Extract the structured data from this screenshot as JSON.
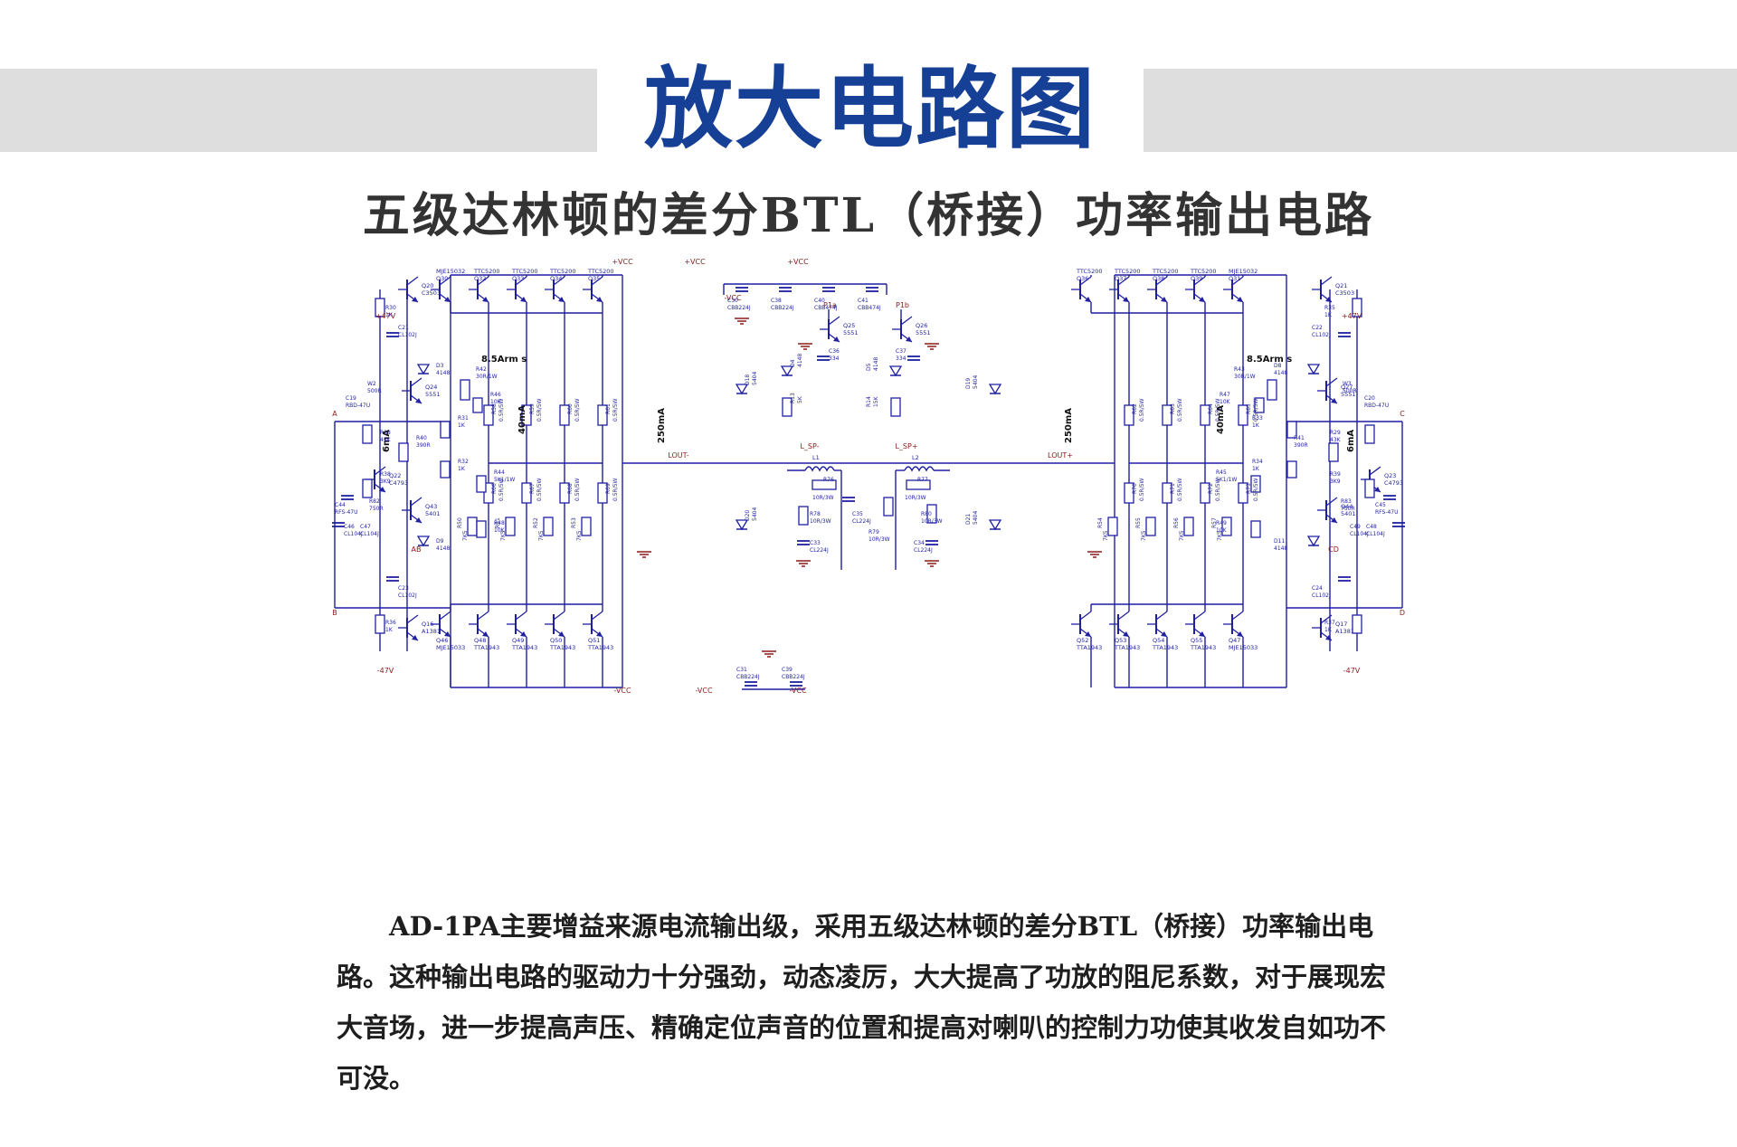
{
  "header": {
    "title": "放大电路图",
    "subtitle": "五级达林顿的差分BTL（桥接）功率输出电路"
  },
  "schematic": {
    "supply_labels": [
      "+VCC",
      "+VCC",
      "+VCC",
      "-VCC",
      "-VCC",
      "-VCC",
      "-VCC",
      "+47V",
      "+47V",
      "-47V",
      "-47V"
    ],
    "left_upper_transistors": [
      {
        "ref": "Q30",
        "part": "MJE15032"
      },
      {
        "ref": "Q32",
        "part": "TTC5200"
      },
      {
        "ref": "Q33",
        "part": "TTC5200"
      },
      {
        "ref": "Q34",
        "part": "TTC5200"
      },
      {
        "ref": "Q35",
        "part": "TTC5200"
      }
    ],
    "right_upper_transistors": [
      {
        "ref": "Q36",
        "part": "TTC5200"
      },
      {
        "ref": "Q37",
        "part": "TTC5200"
      },
      {
        "ref": "Q38",
        "part": "TTC5200"
      },
      {
        "ref": "Q39",
        "part": "TTC5200"
      },
      {
        "ref": "Q31",
        "part": "MJE15032"
      }
    ],
    "left_lower_transistors": [
      {
        "ref": "Q46",
        "part": "MJE15033"
      },
      {
        "ref": "Q48",
        "part": "TTA1943"
      },
      {
        "ref": "Q49",
        "part": "TTA1943"
      },
      {
        "ref": "Q50",
        "part": "TTA1943"
      },
      {
        "ref": "Q51",
        "part": "TTA1943"
      }
    ],
    "right_lower_transistors": [
      {
        "ref": "Q52",
        "part": "TTA1943"
      },
      {
        "ref": "Q53",
        "part": "TTA1943"
      },
      {
        "ref": "Q54",
        "part": "TTA1943"
      },
      {
        "ref": "Q55",
        "part": "TTA1943"
      },
      {
        "ref": "Q47",
        "part": "MJE15033"
      }
    ],
    "drivers": [
      {
        "ref": "Q20",
        "part": "C3503"
      },
      {
        "ref": "Q21",
        "part": "C3503"
      },
      {
        "ref": "Q16",
        "part": "A1381"
      },
      {
        "ref": "Q17",
        "part": "A1381"
      },
      {
        "ref": "Q24",
        "part": "5551"
      },
      {
        "ref": "Q27",
        "part": "5551"
      },
      {
        "ref": "Q43",
        "part": "5401"
      },
      {
        "ref": "Q44",
        "part": "5401"
      },
      {
        "ref": "Q22",
        "part": "C4793"
      },
      {
        "ref": "Q23",
        "part": "C4793"
      },
      {
        "ref": "Q25",
        "part": "5551"
      },
      {
        "ref": "Q26",
        "part": "5551"
      }
    ],
    "terminals": [
      "A",
      "B",
      "AB",
      "C",
      "D",
      "CD",
      "P1a",
      "P1b"
    ],
    "net_labels": [
      "LOUT-",
      "LOUT+",
      "L_SP-",
      "L_SP+"
    ],
    "currents": [
      "8.5Arm s",
      "8.5Arm s",
      "40mA",
      "40mA",
      "250mA",
      "250mA",
      "6mA",
      "6mA"
    ],
    "caps_top": [
      {
        "ref": "C30",
        "value": "CBB224J"
      },
      {
        "ref": "C38",
        "value": "CBB224J"
      },
      {
        "ref": "C40",
        "value": "CBB474J"
      },
      {
        "ref": "C41",
        "value": "CBB474J"
      }
    ],
    "caps_bottom": [
      {
        "ref": "C31",
        "value": "CBB224J"
      },
      {
        "ref": "C39",
        "value": "CBB224J"
      }
    ],
    "center_parts": [
      {
        "ref": "L1",
        "value": ""
      },
      {
        "ref": "L2",
        "value": ""
      },
      {
        "ref": "R76",
        "value": "10R/3W"
      },
      {
        "ref": "R77",
        "value": "10R/3W"
      },
      {
        "ref": "R78",
        "value": "10R/3W"
      },
      {
        "ref": "R79",
        "value": "10R/3W"
      },
      {
        "ref": "R80",
        "value": "10R/3W"
      },
      {
        "ref": "C33",
        "value": "CL224J"
      },
      {
        "ref": "C34",
        "value": "CL224J"
      },
      {
        "ref": "C35",
        "value": "CL224J"
      },
      {
        "ref": "C36",
        "value": "334"
      },
      {
        "ref": "C37",
        "value": "334"
      }
    ],
    "emitter_resistors_upper": [
      {
        "ref": "R58",
        "value": "0.5R/5W"
      },
      {
        "ref": "R59",
        "value": "0.5R/5W"
      },
      {
        "ref": "R60",
        "value": "0.5R/5W"
      },
      {
        "ref": "R61",
        "value": "0.5R/5W"
      },
      {
        "ref": "R62",
        "value": "0.5R/5W"
      },
      {
        "ref": "R63",
        "value": "0.5R/5W"
      },
      {
        "ref": "R64",
        "value": "0.5R/5W"
      },
      {
        "ref": "R65",
        "value": "0.5R/5W"
      }
    ],
    "emitter_resistors_lower": [
      {
        "ref": "R66",
        "value": "0.5R/5W"
      },
      {
        "ref": "R67",
        "value": "0.5R/5W"
      },
      {
        "ref": "R68",
        "value": "0.5R/5W"
      },
      {
        "ref": "R69",
        "value": "0.5R/5W"
      },
      {
        "ref": "R70",
        "value": "0.5R/5W"
      },
      {
        "ref": "R71",
        "value": "0.5R/5W"
      },
      {
        "ref": "R72",
        "value": "0.5R/5W"
      },
      {
        "ref": "R73",
        "value": "0.5R/5W"
      }
    ],
    "base_resistors": [
      {
        "ref": "R50",
        "value": "7K5"
      },
      {
        "ref": "R51",
        "value": "7K5"
      },
      {
        "ref": "R52",
        "value": "7K5"
      },
      {
        "ref": "R53",
        "value": "7K5"
      },
      {
        "ref": "R54",
        "value": "7K5"
      },
      {
        "ref": "R55",
        "value": "7K5"
      },
      {
        "ref": "R56",
        "value": "7K5"
      },
      {
        "ref": "R57",
        "value": "7K5"
      }
    ],
    "left_bias_parts": [
      {
        "ref": "R30",
        "value": "1K"
      },
      {
        "ref": "R36",
        "value": "1K"
      },
      {
        "ref": "C21",
        "value": "CL102J"
      },
      {
        "ref": "C23",
        "value": "CL102J"
      },
      {
        "ref": "D3",
        "value": "4148"
      },
      {
        "ref": "D9",
        "value": "4148"
      },
      {
        "ref": "C19",
        "value": "RBD-47U"
      },
      {
        "ref": "W2",
        "value": "500R"
      },
      {
        "ref": "R28",
        "value": "43K"
      },
      {
        "ref": "R38",
        "value": "3K9"
      },
      {
        "ref": "R82",
        "value": "750R"
      },
      {
        "ref": "R40",
        "value": "390R"
      },
      {
        "ref": "C44",
        "value": "RFS-47U"
      },
      {
        "ref": "C46",
        "value": "CL104J"
      },
      {
        "ref": "C47",
        "value": "CL104J"
      },
      {
        "ref": "R31",
        "value": "1K"
      },
      {
        "ref": "R32",
        "value": "1K"
      },
      {
        "ref": "R42",
        "value": "30R/1W"
      },
      {
        "ref": "R46",
        "value": "10K"
      },
      {
        "ref": "R44",
        "value": "5K1/1W"
      },
      {
        "ref": "R48",
        "value": "10K"
      }
    ],
    "right_bias_parts": [
      {
        "ref": "R35",
        "value": "1K"
      },
      {
        "ref": "R37",
        "value": "1K"
      },
      {
        "ref": "C22",
        "value": "CL102J"
      },
      {
        "ref": "C24",
        "value": "CL102J"
      },
      {
        "ref": "D8",
        "value": "4148"
      },
      {
        "ref": "D11",
        "value": "4148"
      },
      {
        "ref": "C20",
        "value": "RBD-47U"
      },
      {
        "ref": "W3",
        "value": "500R"
      },
      {
        "ref": "R29",
        "value": "43K"
      },
      {
        "ref": "R39",
        "value": "3K9"
      },
      {
        "ref": "R83",
        "value": "750R"
      },
      {
        "ref": "R41",
        "value": "390R"
      },
      {
        "ref": "C45",
        "value": "RFS-47U"
      },
      {
        "ref": "C48",
        "value": "CL104J"
      },
      {
        "ref": "C49",
        "value": "CL104J"
      },
      {
        "ref": "R33",
        "value": "1K"
      },
      {
        "ref": "R34",
        "value": "1K"
      },
      {
        "ref": "R43",
        "value": "30R/1W"
      },
      {
        "ref": "R47",
        "value": "10K"
      },
      {
        "ref": "R45",
        "value": "5K1/1W"
      },
      {
        "ref": "R49",
        "value": "10K"
      }
    ],
    "center_bias_parts": [
      {
        "ref": "D4",
        "value": "4148"
      },
      {
        "ref": "D5",
        "value": "4148"
      },
      {
        "ref": "R13",
        "value": "5K"
      },
      {
        "ref": "R14",
        "value": "15K"
      },
      {
        "ref": "D18",
        "value": "5404"
      },
      {
        "ref": "D19",
        "value": "5404"
      },
      {
        "ref": "D20",
        "value": "5404"
      },
      {
        "ref": "D21",
        "value": "5404"
      }
    ]
  },
  "description": "AD-1PA主要增益来源电流输出级，采用五级达林顿的差分BTL（桥接）功率输出电路。这种输出电路的驱动力十分强劲，动态凌厉，大大提高了功放的阻尼系数，对于展现宏大音场，进一步提高声压、精确定位声音的位置和提高对喇叭的控制力功使其收发自如功不可没。",
  "colors": {
    "title": "#163f96",
    "wire": "#1f1fa0",
    "labels": "#8b1a1a",
    "band": "#dedede"
  }
}
